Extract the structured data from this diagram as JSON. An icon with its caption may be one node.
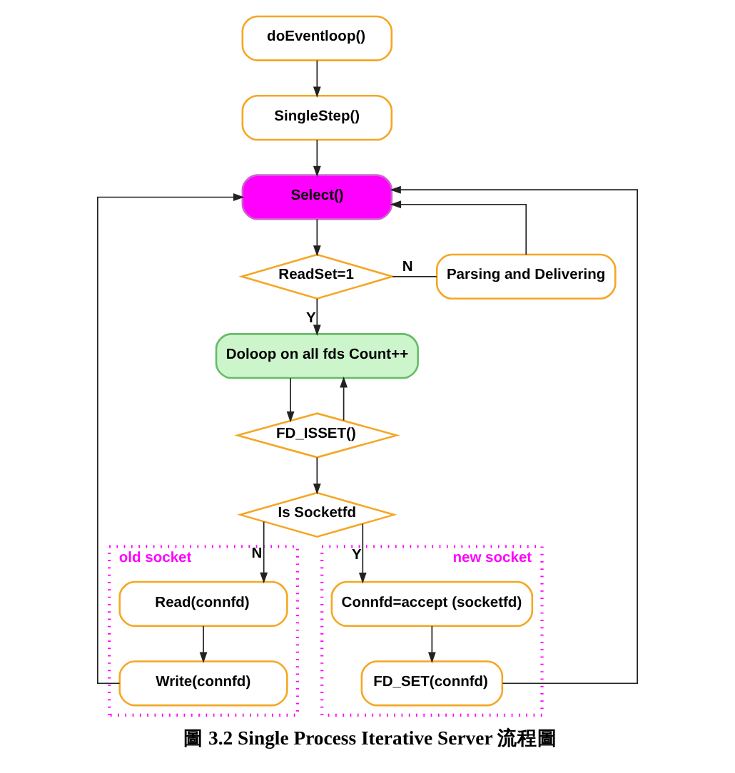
{
  "diagram": {
    "caption": "圖 3.2 Single Process Iterative Server 流程圖",
    "nodes": [
      {
        "text": [
          "doEventloop()"
        ]
      },
      {
        "text": [
          "SingleStep()"
        ]
      },
      {
        "text": [
          "Select()"
        ]
      },
      {
        "text": [
          "ReadSet=1"
        ]
      },
      {
        "text": [
          "Parsing and Delivering"
        ]
      },
      {
        "text": [
          "Doloop on all fds Count++"
        ]
      },
      {
        "text": [
          "FD_ISSET()"
        ]
      },
      {
        "text": [
          "Is Socketfd"
        ]
      },
      {
        "text": [
          "old socket"
        ]
      },
      {
        "text": [
          "Read(connfd)"
        ],
        "in": 8
      },
      {
        "text": [
          "Write(connfd)"
        ],
        "in": 8
      },
      {
        "text": [
          "new socket"
        ]
      },
      {
        "text": [
          "Connfd=accept (socketfd)"
        ],
        "in": 11
      },
      {
        "text": [
          "FD_SET(connfd)"
        ],
        "in": 11
      }
    ],
    "edges": [
      {
        "from": 0,
        "to": 1,
        "arrow": "to"
      },
      {
        "from": 1,
        "to": 2,
        "arrow": "to"
      },
      {
        "from": 2,
        "to": 3,
        "arrow": "to"
      },
      {
        "from": 3,
        "to": 4,
        "arrow": "none",
        "label": "N"
      },
      {
        "from": 4,
        "to": 2,
        "arrow": "to"
      },
      {
        "from": 3,
        "to": 5,
        "arrow": "to",
        "label": "Y"
      },
      {
        "from": 5,
        "to": 6,
        "arrow": "to"
      },
      {
        "from": 6,
        "to": 5,
        "arrow": "to"
      },
      {
        "from": 6,
        "to": 7,
        "arrow": "to"
      },
      {
        "from": 7,
        "to": 9,
        "arrow": "to",
        "label": "N"
      },
      {
        "from": 7,
        "to": 12,
        "arrow": "to",
        "label": "Y"
      },
      {
        "from": 9,
        "to": 10,
        "arrow": "to"
      },
      {
        "from": 12,
        "to": 13,
        "arrow": "to"
      },
      {
        "from": 10,
        "to": 2,
        "arrow": "to"
      },
      {
        "from": 13,
        "to": 2,
        "arrow": "to"
      }
    ]
  }
}
